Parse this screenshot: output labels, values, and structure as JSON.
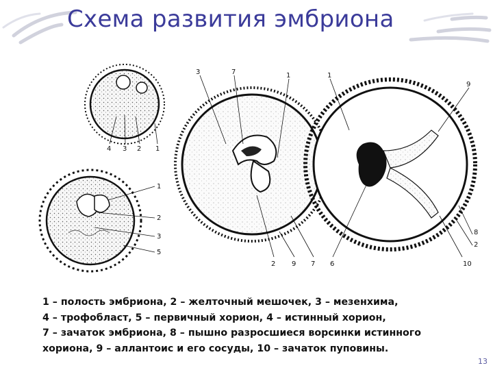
{
  "slide": {
    "title": "Схема развития эмбриона",
    "page_number": "13",
    "accent_color": "#3b3b9a"
  },
  "figure": {
    "stage1_labels": [
      "4",
      "3",
      "2",
      "1"
    ],
    "stage2_labels": [
      "1",
      "2",
      "3",
      "5"
    ],
    "stage3_top_labels": [
      "3",
      "7",
      "1"
    ],
    "stage3_bottom_labels": [
      "2",
      "9",
      "7"
    ],
    "stage4_top_labels": [
      "1",
      "9"
    ],
    "stage4_right_labels": [
      "8",
      "2",
      "10"
    ],
    "stage4_bottom_labels": [
      "6"
    ]
  },
  "caption": {
    "lines": [
      "1 – полость эмбриона, 2 – желточный мешочек, 3 – мезенхима,",
      "4 – трофобласт, 5 – первичный хорион, 4 – истинный хорион,",
      "7 – зачаток эмбриона, 8 – пышно разросшиеся ворсинки истинного",
      "хориона, 9 – аллантоис и его сосуды, 10 – зачаток пуповины."
    ]
  }
}
